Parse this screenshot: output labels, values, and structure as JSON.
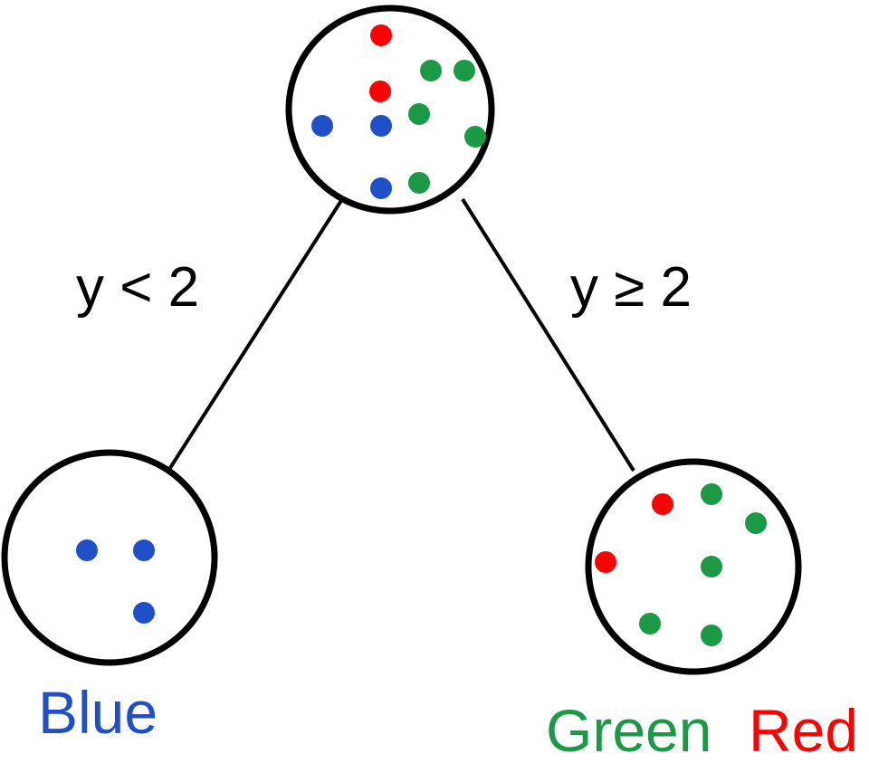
{
  "tree": {
    "root": {
      "points": [
        {
          "class": "red"
        },
        {
          "class": "red"
        },
        {
          "class": "green"
        },
        {
          "class": "green"
        },
        {
          "class": "green"
        },
        {
          "class": "green"
        },
        {
          "class": "green"
        },
        {
          "class": "blue"
        },
        {
          "class": "blue"
        },
        {
          "class": "blue"
        }
      ]
    },
    "left_split": {
      "condition": "y < 2",
      "leaf_label": "Blue",
      "points": [
        {
          "class": "blue"
        },
        {
          "class": "blue"
        },
        {
          "class": "blue"
        }
      ]
    },
    "right_split": {
      "condition": "y ≥ 2",
      "leaf_labels": [
        {
          "text": "Green",
          "class": "green"
        },
        {
          "text": "Red",
          "class": "red"
        }
      ],
      "points": [
        {
          "class": "red"
        },
        {
          "class": "red"
        },
        {
          "class": "green"
        },
        {
          "class": "green"
        },
        {
          "class": "green"
        },
        {
          "class": "green"
        },
        {
          "class": "green"
        }
      ]
    }
  },
  "colors": {
    "red": "#ff0000",
    "green": "#1a9a46",
    "blue": "#1f4fc9",
    "stroke": "#000000"
  }
}
